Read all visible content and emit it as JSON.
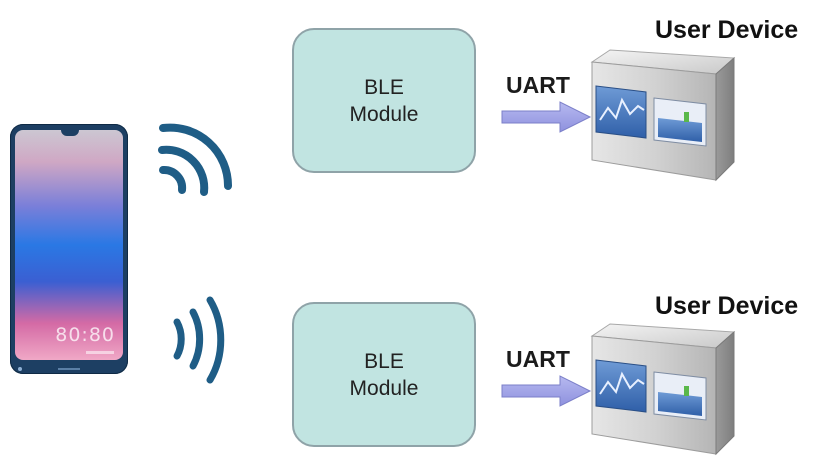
{
  "modules": [
    {
      "line1": "BLE",
      "line2": "Module"
    },
    {
      "line1": "BLE",
      "line2": "Module"
    }
  ],
  "links": [
    {
      "label": "UART"
    },
    {
      "label": "UART"
    }
  ],
  "devices": [
    {
      "title": "User Device"
    },
    {
      "title": "User Device"
    }
  ],
  "phone": {
    "clock": "80:80"
  },
  "colors": {
    "module_fill": "#c1e4e1",
    "module_border": "#8fa3a8",
    "wave": "#1f5d86",
    "arrow": "#9b9ee6",
    "phone_body": "#1d3f63"
  },
  "icons": [
    "smartphone-icon",
    "wireless-signal-icon",
    "arrow-right-icon",
    "user-device-icon"
  ]
}
